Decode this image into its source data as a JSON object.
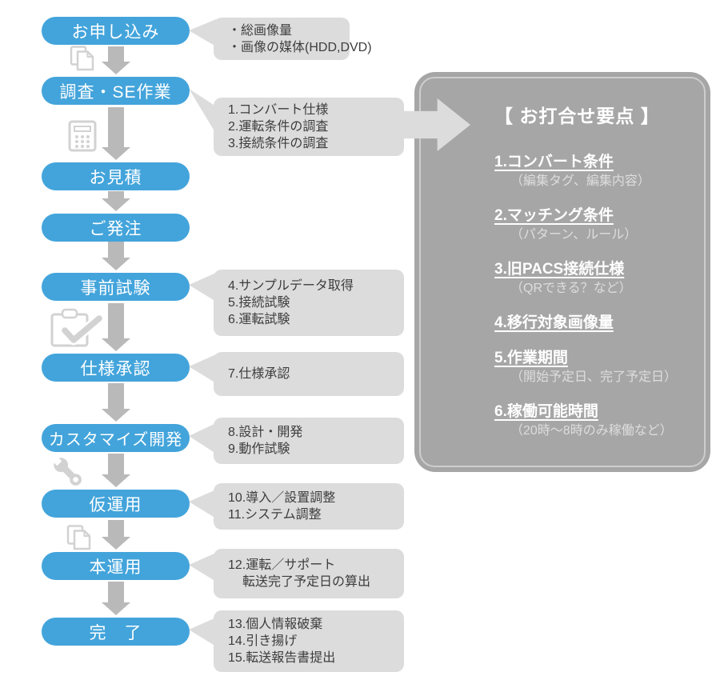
{
  "flow": {
    "steps": [
      {
        "id": "application",
        "label": "お申し込み"
      },
      {
        "id": "survey-se-work",
        "label": "調査・SE作業"
      },
      {
        "id": "estimate",
        "label": "お見積"
      },
      {
        "id": "order",
        "label": "ご発注"
      },
      {
        "id": "preliminary-test",
        "label": "事前試験"
      },
      {
        "id": "spec-approval",
        "label": "仕様承認"
      },
      {
        "id": "customize-development",
        "label": "カスタマイズ開発"
      },
      {
        "id": "trial-operation",
        "label": "仮運用"
      },
      {
        "id": "production-operation",
        "label": "本運用"
      },
      {
        "id": "completion",
        "label": "完　了"
      }
    ],
    "side_icons": [
      "copy-icon",
      "calculator-icon",
      "clipboard-check-icon",
      "wrench-icon",
      "copy-icon"
    ]
  },
  "notes": [
    {
      "lines": [
        "・総画像量",
        "・画像の媒体(HDD,DVD)"
      ]
    },
    {
      "lines": [
        "1.コンバート仕様",
        "2.運転条件の調査",
        "3.接続条件の調査"
      ]
    },
    {
      "lines": [
        "4.サンプルデータ取得",
        "5.接続試験",
        "6.運転試験"
      ]
    },
    {
      "lines": [
        "7.仕様承認"
      ]
    },
    {
      "lines": [
        "8.設計・開発",
        "9.動作試験"
      ]
    },
    {
      "lines": [
        "10.導入／設置調整",
        "11.システム調整"
      ]
    },
    {
      "lines": [
        "12.運転／サポート",
        "転送完了予定日の算出"
      ]
    },
    {
      "lines": [
        "13.個人情報破棄",
        "14.引き揚げ",
        "15.転送報告書提出"
      ]
    }
  ],
  "panel": {
    "title": "【 お打合せ要点 】",
    "items": [
      {
        "heading": "1.コンバート条件",
        "sub": "（編集タグ、編集内容）"
      },
      {
        "heading": "2.マッチング条件",
        "sub": "（パターン、ルール）"
      },
      {
        "heading": "3.旧PACS接続仕様",
        "sub": "（QRできる？など）"
      },
      {
        "heading": "4.移行対象画像量"
      },
      {
        "heading": "5.作業期間",
        "sub": "（開始予定日、完了予定日）"
      },
      {
        "heading": "6.稼働可能時間",
        "sub": "（20時〜8時のみ稼働など）"
      }
    ]
  },
  "colors": {
    "step_blue": "#43a4db",
    "note_gray": "#dcdcdc",
    "arrow_gray": "#b9b9b9",
    "panel_gray": "#a6a6a6",
    "panel_inner_border": "#cdcdcd",
    "note_text": "#3d3d3d",
    "icon_gray": "#d2d2d2"
  }
}
